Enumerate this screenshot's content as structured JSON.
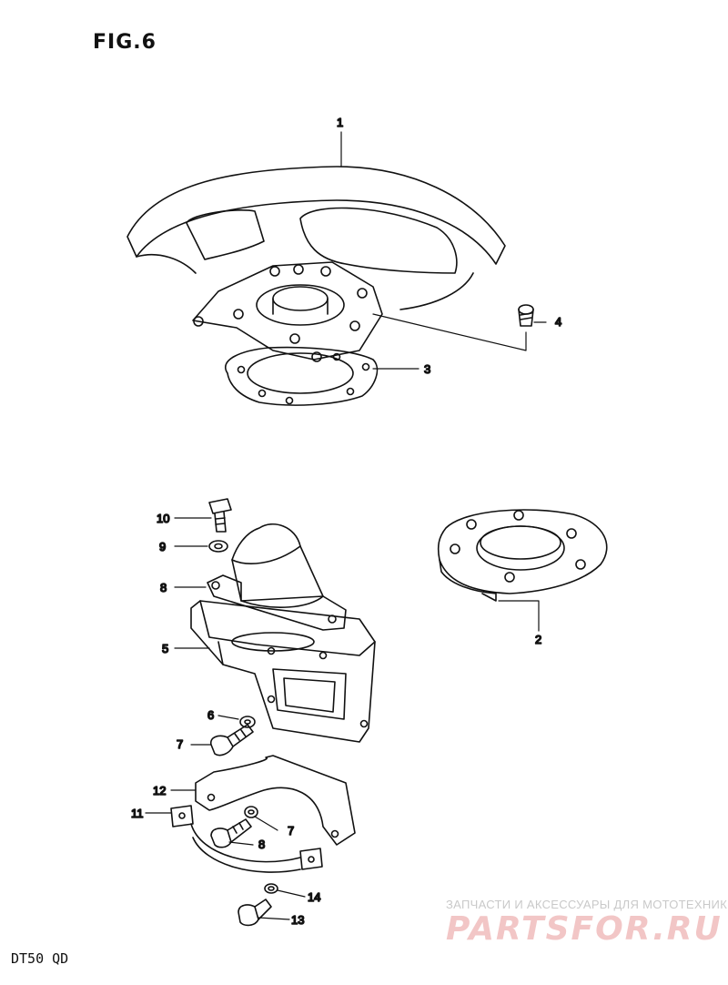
{
  "figure": {
    "title": "FIG.6",
    "model": "DT50  QD"
  },
  "watermark": {
    "caption": "ЗАПЧАСТИ И АКСЕССУАРЫ ДЛЯ МОТОТЕХНИКИ",
    "logo": "PARTSFOR.RU",
    "logo_color": "#f2c6c6"
  },
  "callouts": [
    {
      "id": "c1",
      "label": "1"
    },
    {
      "id": "c2",
      "label": "2"
    },
    {
      "id": "c3",
      "label": "3"
    },
    {
      "id": "c4",
      "label": "4"
    },
    {
      "id": "c5",
      "label": "5"
    },
    {
      "id": "c6",
      "label": "6"
    },
    {
      "id": "c7a",
      "label": "7"
    },
    {
      "id": "c8a",
      "label": "8"
    },
    {
      "id": "c9",
      "label": "9"
    },
    {
      "id": "c10",
      "label": "10"
    },
    {
      "id": "c11",
      "label": "11"
    },
    {
      "id": "c12",
      "label": "12"
    },
    {
      "id": "c7b",
      "label": "7"
    },
    {
      "id": "c8b",
      "label": "8"
    },
    {
      "id": "c13",
      "label": "13"
    },
    {
      "id": "c14",
      "label": "14"
    }
  ]
}
